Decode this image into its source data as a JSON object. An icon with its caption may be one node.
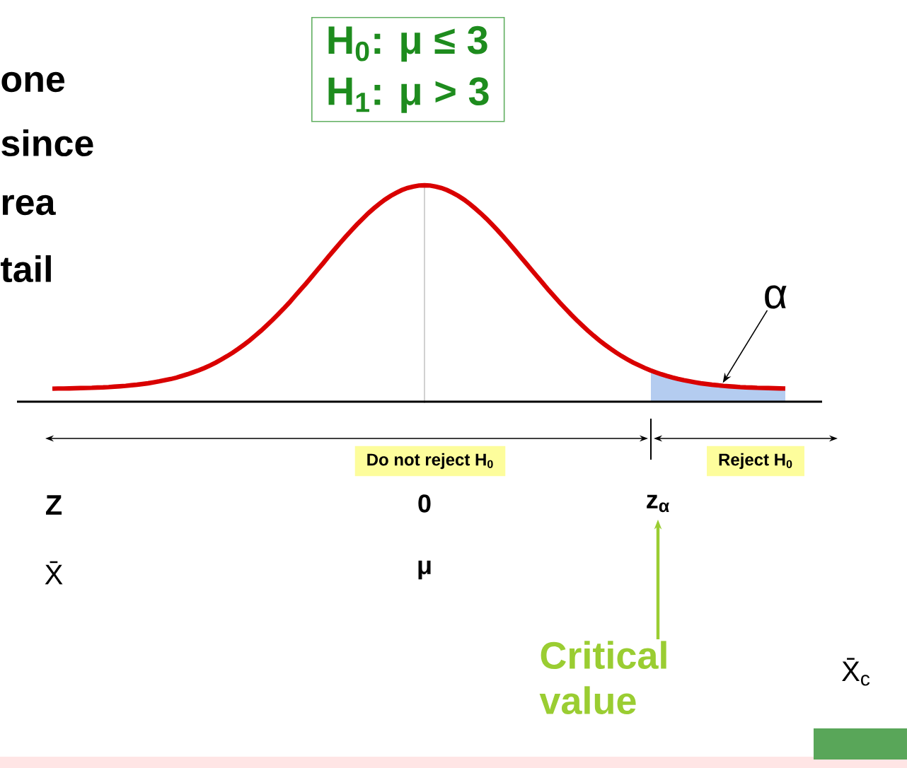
{
  "diagram": {
    "nodes": [
      {
        "text": [
          "H$_{0}$: μ ≤ 3",
          "H$_{1}$: μ > 3"
        ]
      },
      {
        "text": [
          "α"
        ]
      },
      {
        "text": [],
        "shape": "box"
      },
      {
        "text": [
          "Critical value"
        ]
      },
      {
        "text": [
          "z$_{α}$"
        ]
      },
      {
        "text": [
          "Do not reject H$_{0}$"
        ]
      },
      {
        "text": [
          "Reject H$_{0}$"
        ]
      }
    ],
    "edges": [
      {
        "from": 1,
        "to": 2,
        "arrow": "to"
      },
      {
        "from": 3,
        "to": 4,
        "arrow": "to",
        "color": "#9acd32"
      }
    ],
    "labels": [
      "one",
      "since",
      "rea",
      "tail",
      "Z",
      "0",
      "X̄",
      "μ",
      "X̄$_{c}$"
    ]
  }
}
